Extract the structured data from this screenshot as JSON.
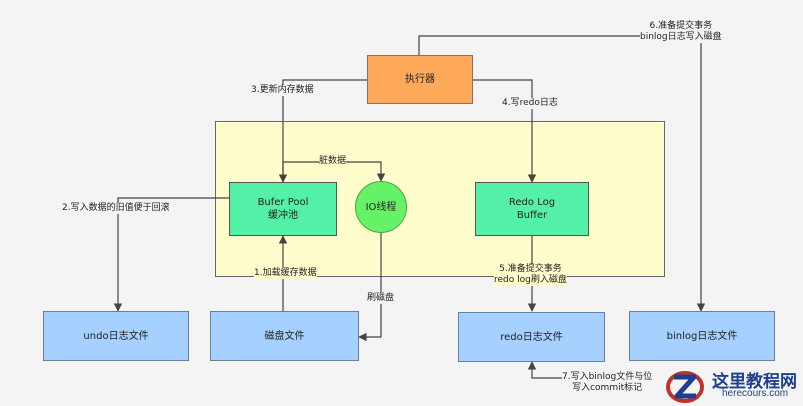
{
  "nodes": {
    "executor": "执行器",
    "buffer_pool": [
      "Bufer Pool",
      "缓冲池"
    ],
    "io_thread": "IO线程",
    "redo_log_buffer": [
      "Redo Log",
      "Buffer"
    ],
    "undo_file": "undo日志文件",
    "disk_file": "磁盘文件",
    "redo_file": "redo日志文件",
    "binlog_file": "binlog日志文件"
  },
  "edges": {
    "step1": "1.加载缓存数据",
    "step2": "2.写入数据的旧值便于回滚",
    "step3": "3.更新内存数据",
    "step4": "4.写redo日志",
    "step5": [
      "5.准备提交事务",
      "redo log刷入磁盘"
    ],
    "step6": [
      "6.准备提交事务",
      "binlog日志写入磁盘"
    ],
    "step7": [
      "7.写入binlog文件与位",
      "写入commit标记"
    ],
    "dirty": "脏数据",
    "flush": "刷磁盘"
  },
  "watermark": {
    "title": "这里教程网",
    "url": "herecours.com"
  }
}
